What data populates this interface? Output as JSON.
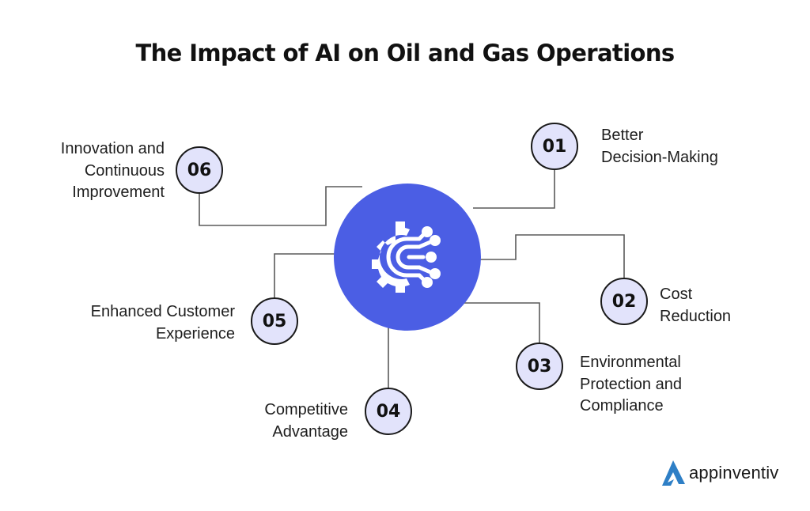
{
  "title": "The Impact of AI on Oil and Gas Operations",
  "hub": {
    "icon": "gear-circuit-icon",
    "color": "#4b5ee4"
  },
  "items": [
    {
      "number": "01",
      "lines": [
        "Better",
        "Decision-Making"
      ]
    },
    {
      "number": "02",
      "lines": [
        "Cost",
        "Reduction"
      ]
    },
    {
      "number": "03",
      "lines": [
        "Environmental",
        "Protection and",
        "Compliance"
      ]
    },
    {
      "number": "04",
      "lines": [
        "Competitive",
        "Advantage"
      ]
    },
    {
      "number": "05",
      "lines": [
        "Enhanced Customer",
        "Experience"
      ]
    },
    {
      "number": "06",
      "lines": [
        "Innovation and",
        "Continuous",
        "Improvement"
      ]
    }
  ],
  "colors": {
    "badge_fill": "#e2e3fb",
    "badge_stroke": "#1a1a1a",
    "connector": "#555555",
    "logo_mark": "#2e7fc6"
  },
  "brand": {
    "name": "appinventiv"
  }
}
